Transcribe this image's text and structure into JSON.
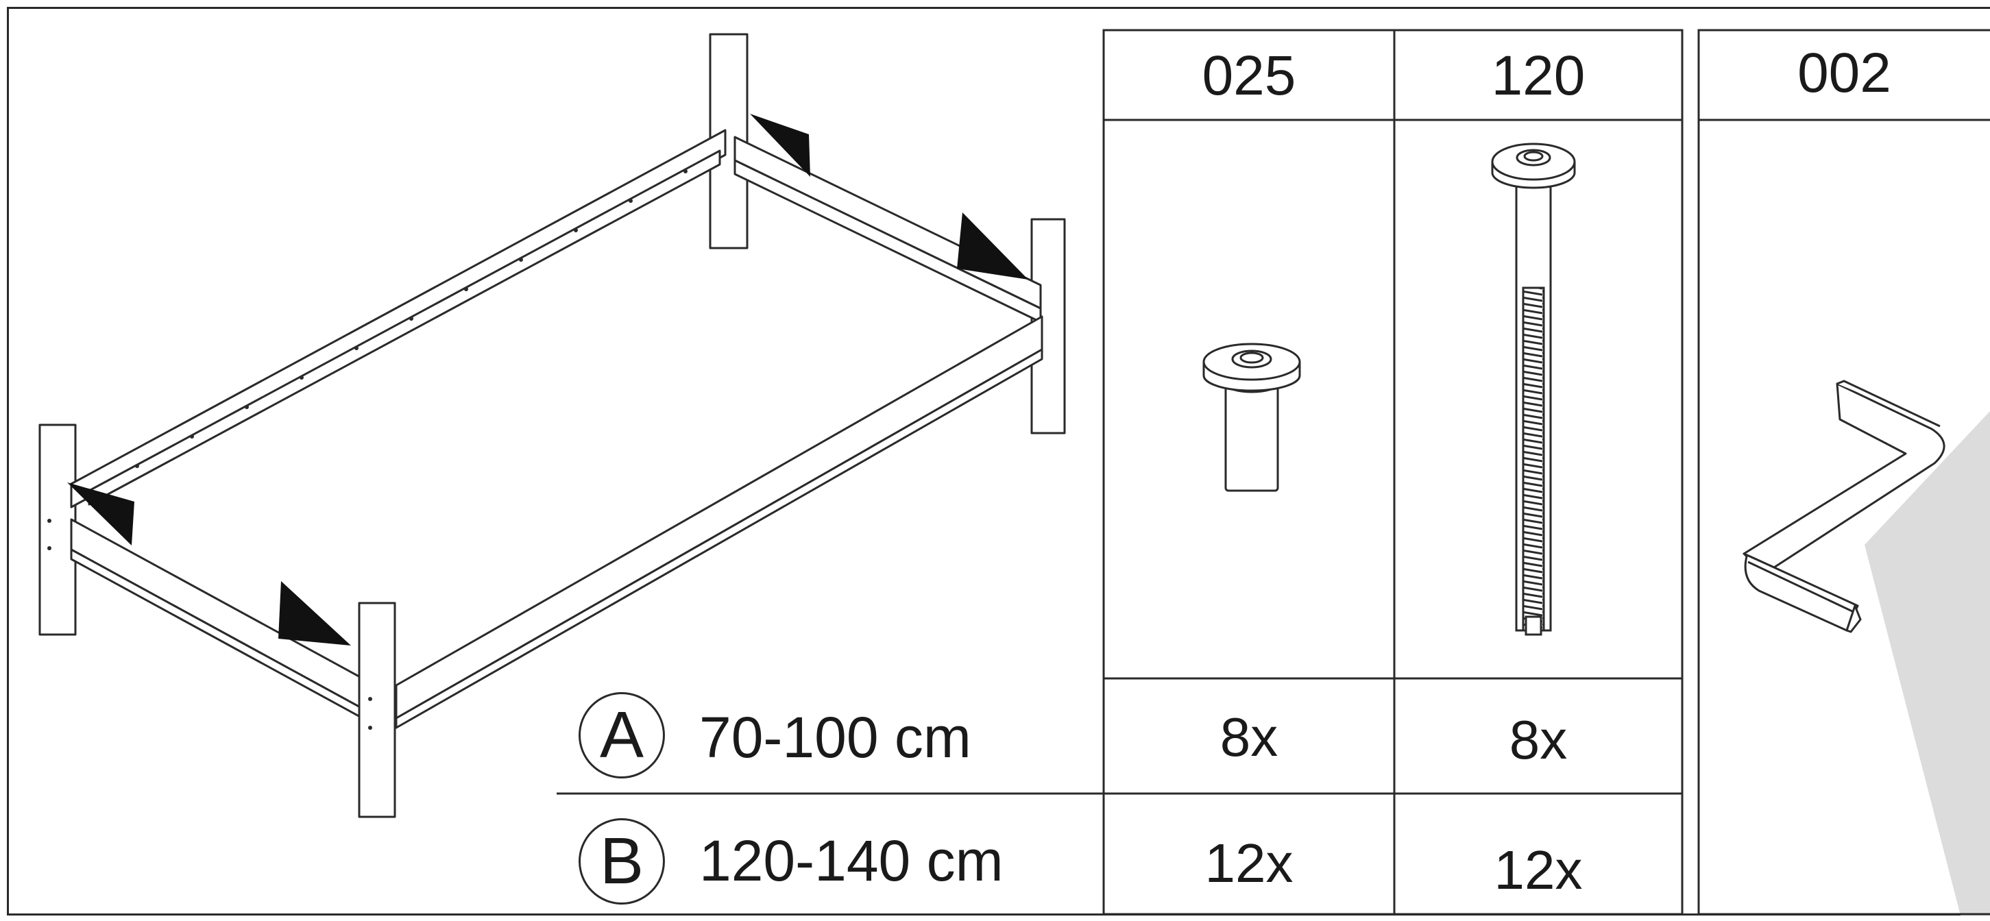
{
  "parts": [
    {
      "code": "025",
      "qty_a": "8x",
      "qty_b": "12x",
      "icon": "short-connector-bolt-icon"
    },
    {
      "code": "120",
      "qty_a": "8x",
      "qty_b": "12x",
      "icon": "long-threaded-bolt-icon"
    }
  ],
  "tool": {
    "code": "002",
    "icon": "allen-key-icon"
  },
  "sizes": [
    {
      "letter": "A",
      "range": "70-100 cm"
    },
    {
      "letter": "B",
      "range": "120-140 cm"
    }
  ],
  "illustration": {
    "icon": "bed-frame-assembly-icon"
  },
  "colors": {
    "line": "#2a2a2a",
    "arrow": "#111111",
    "shadow": "#dcdcdc"
  }
}
